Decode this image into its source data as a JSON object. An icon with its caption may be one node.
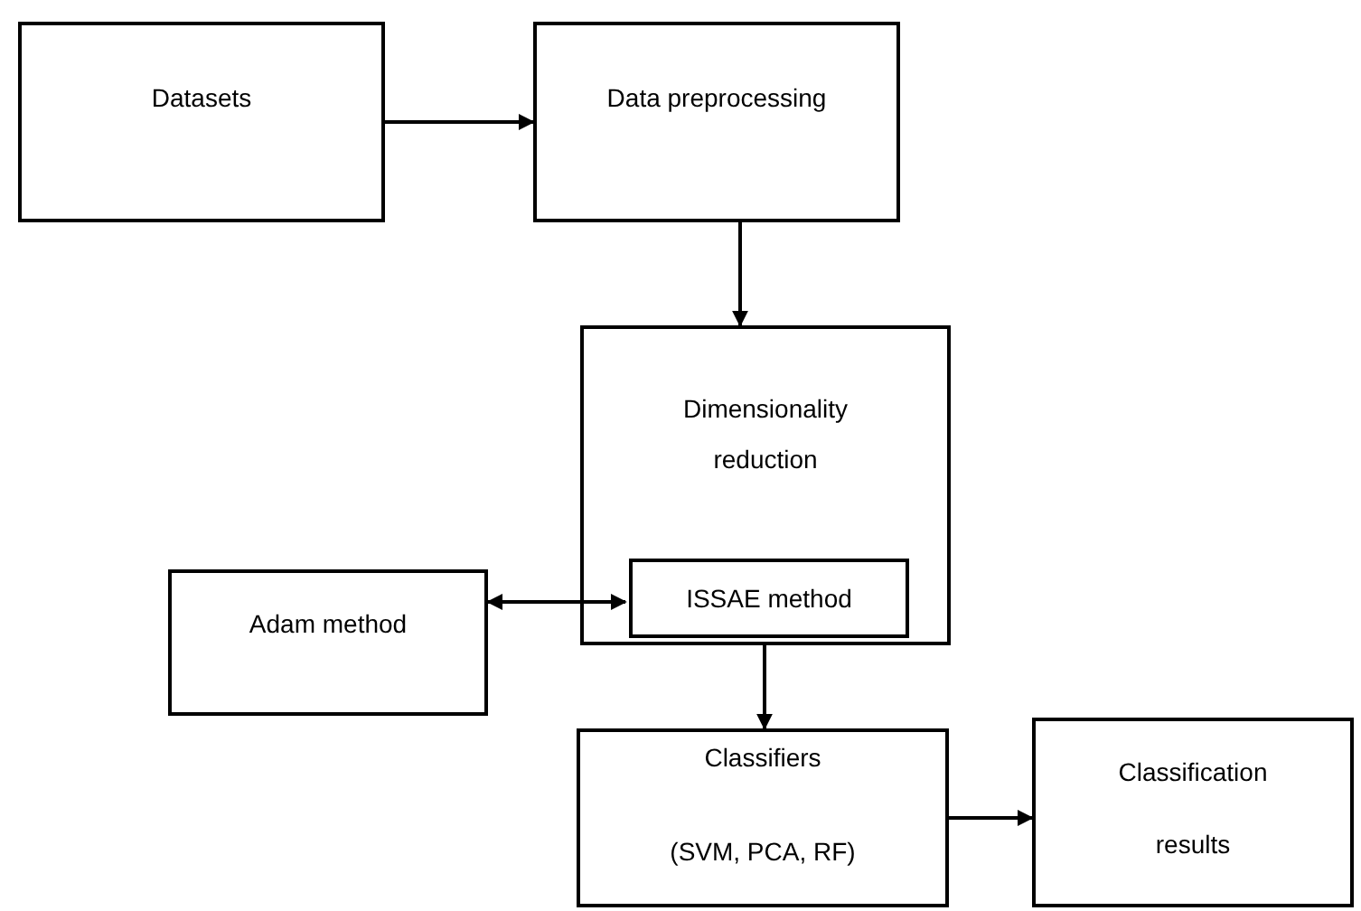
{
  "diagram": {
    "nodes": [
      {
        "text": [
          "Datasets"
        ]
      },
      {
        "text": [
          "Data preprocessing"
        ]
      },
      {
        "text": [
          "Dimensionality reduction"
        ]
      },
      {
        "text": [
          "Adam method"
        ]
      },
      {
        "text": [
          "ISSAE method"
        ],
        "in": 2
      },
      {
        "text": [
          "Classifiers",
          "(SVM, PCA, RF)"
        ]
      },
      {
        "text": [
          "Classification results"
        ]
      }
    ],
    "edges": [
      {
        "from": 0,
        "to": 1,
        "arrow": "to"
      },
      {
        "from": 1,
        "to": 2,
        "arrow": "to"
      },
      {
        "from": 3,
        "to": 4,
        "arrow": "both"
      },
      {
        "from": 2,
        "to": 5,
        "arrow": "to"
      },
      {
        "from": 5,
        "to": 6,
        "arrow": "to"
      }
    ]
  }
}
